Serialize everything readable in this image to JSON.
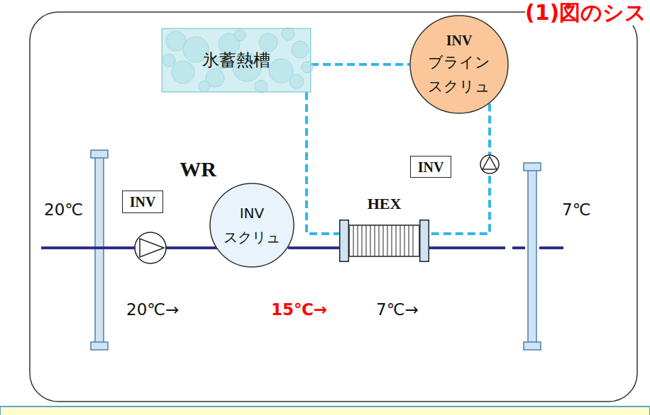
{
  "diagram": {
    "nodes": [
      {
        "text": [
          "氷蓄熱槽"
        ]
      },
      {
        "text": [
          "INV",
          "ブライン スクリュ"
        ]
      },
      {
        "text": [
          "INV"
        ]
      },
      {
        "text": [
          "INV"
        ]
      },
      {
        "text": [
          "WR",
          "INV スクリュ"
        ]
      },
      {
        "text": [
          "HEX"
        ]
      }
    ],
    "edges": [
      {
        "from": 0,
        "to": 1,
        "arrow": "none"
      },
      {
        "from": 0,
        "to": 5,
        "arrow": "none"
      },
      {
        "from": 1,
        "to": 5,
        "arrow": "none"
      },
      {
        "from": 4,
        "to": 5,
        "arrow": "none"
      }
    ],
    "labels": [
      "(1)図のシス",
      "20℃",
      "20℃→",
      "15℃→",
      "7℃→",
      "7℃"
    ]
  }
}
